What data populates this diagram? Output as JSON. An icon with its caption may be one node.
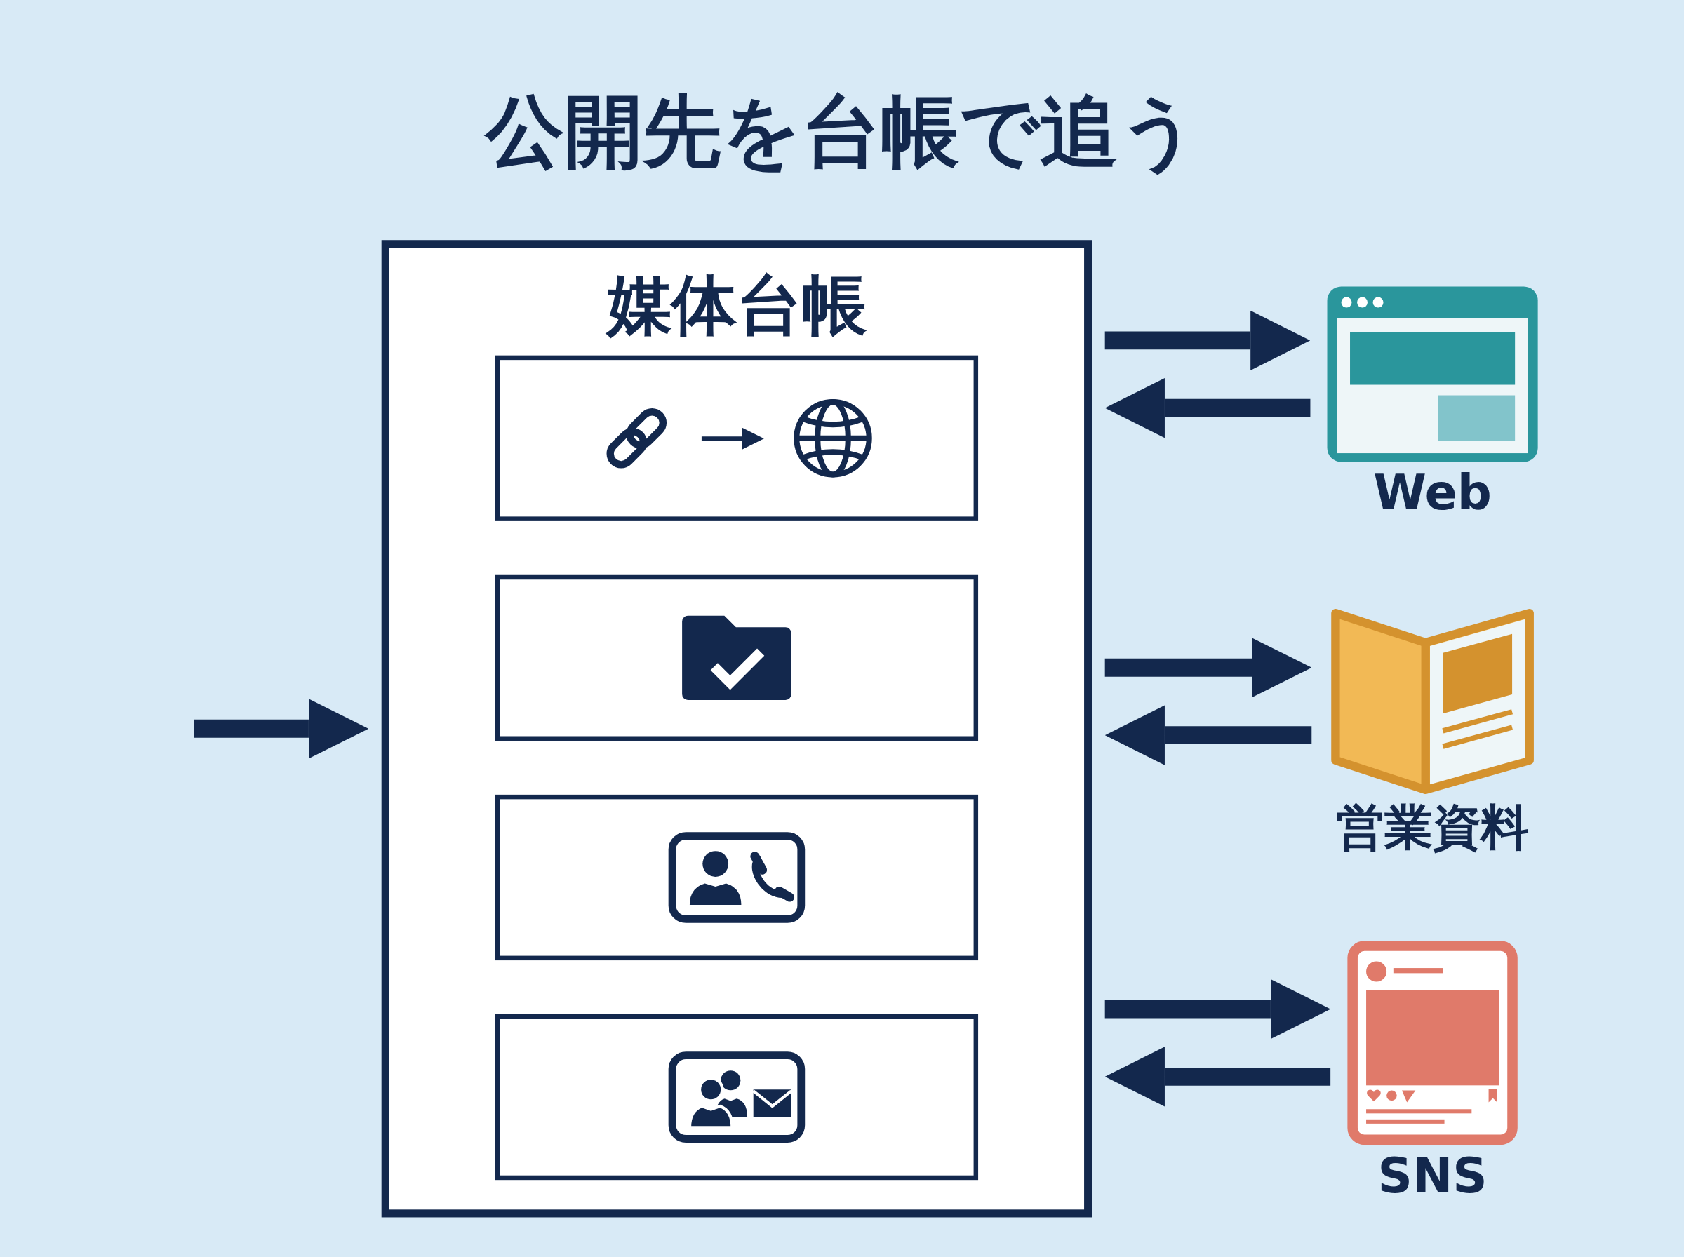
{
  "diagram": {
    "title": "公開先を台帳で追う",
    "nodes": [
      {
        "text": [
          "媒体台帳"
        ]
      },
      {
        "text": [],
        "shape": "picture",
        "in": 0
      },
      {
        "text": [],
        "shape": "picture",
        "in": 0
      },
      {
        "text": [],
        "shape": "picture",
        "in": 0
      },
      {
        "text": [],
        "shape": "picture",
        "in": 0
      },
      {
        "text": [
          "Web"
        ]
      },
      {
        "text": [
          "営業資料"
        ]
      },
      {
        "text": [
          "SNS"
        ]
      }
    ],
    "edges": [
      {
        "from": 0,
        "to": 5,
        "arrow": "to"
      },
      {
        "from": 5,
        "to": 0,
        "arrow": "to"
      },
      {
        "from": 0,
        "to": 6,
        "arrow": "to"
      },
      {
        "from": 6,
        "to": 0,
        "arrow": "to"
      },
      {
        "from": 0,
        "to": 7,
        "arrow": "to"
      },
      {
        "from": 7,
        "to": 0,
        "arrow": "to"
      },
      {
        "from": null,
        "to": 0,
        "arrow": "to"
      }
    ]
  }
}
